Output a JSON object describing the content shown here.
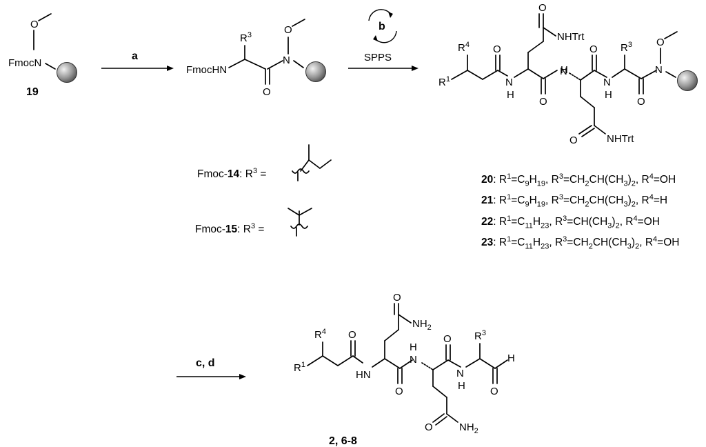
{
  "reagents": {
    "a": "a",
    "b": "b",
    "spps": "SPPS",
    "cd": "c, d"
  },
  "compounds": {
    "c19": "19",
    "fmocN": "FmocN",
    "fmocHN": "FmocHN",
    "products_final": "2, 6-8"
  },
  "atoms": {
    "O": "O",
    "N": "N",
    "H": "H",
    "NH": "NH",
    "HN": "HN",
    "NH2": "NH",
    "sub2": "2",
    "NHTrt": "NHTrt",
    "R1": "R",
    "R3": "R",
    "R4": "R",
    "sup1": "1",
    "sup3": "3",
    "sup4": "4"
  },
  "fmoc_defs": [
    {
      "prefix": "Fmoc-",
      "num": "14",
      "suffix": ": R",
      "sup": "3",
      "eq": " ="
    },
    {
      "prefix": "Fmoc-",
      "num": "15",
      "suffix": ": R",
      "sup": "3",
      "eq": " ="
    }
  ],
  "products_table": [
    {
      "num": "20",
      "r1": "C",
      "r1a": "9",
      "r1b": "19",
      "r3": "CH",
      "r3sub": "2",
      "r3rest": "CH(CH",
      "r3sub2": "3",
      "r3end": ")",
      "r3sub3": "2",
      "r4": "OH"
    },
    {
      "num": "21",
      "r1": "C",
      "r1a": "9",
      "r1b": "19",
      "r3": "CH",
      "r3sub": "2",
      "r3rest": "CH(CH",
      "r3sub2": "3",
      "r3end": ")",
      "r3sub3": "2",
      "r4": "H"
    },
    {
      "num": "22",
      "r1": "C",
      "r1a": "11",
      "r1b": "23",
      "r3": "CH(CH",
      "r3sub": "3",
      "r3rest": ")",
      "r3sub2": "2",
      "r3end": "",
      "r3sub3": "",
      "r4": "OH"
    },
    {
      "num": "23",
      "r1": "C",
      "r1a": "11",
      "r1b": "23",
      "r3": "CH",
      "r3sub": "2",
      "r3rest": "CH(CH",
      "r3sub2": "3",
      "r3end": ")",
      "r3sub3": "2",
      "r4": "OH"
    }
  ]
}
